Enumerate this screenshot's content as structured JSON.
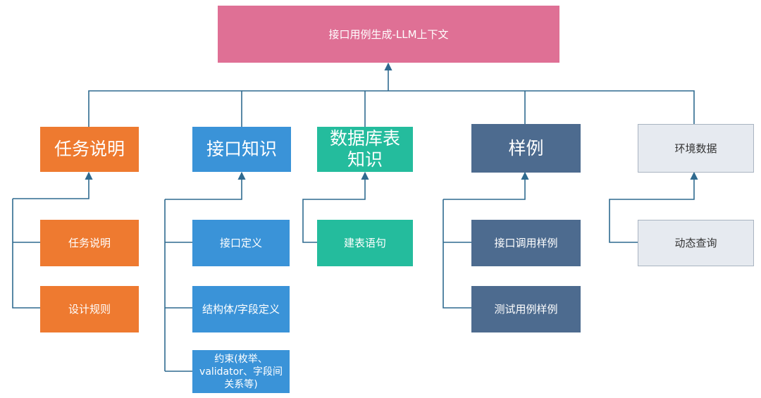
{
  "root": {
    "title": "接口用例生成-LLM上下文"
  },
  "categories": [
    {
      "label": "任务说明",
      "color": "#ee7a30",
      "items": [
        "任务说明",
        "设计规则"
      ]
    },
    {
      "label": "接口知识",
      "color": "#3a93d8",
      "items": [
        "接口定义",
        "结构体/字段定义",
        "约束(枚举、validator、字段间关系等)"
      ]
    },
    {
      "label": "数据库表知识",
      "color": "#24bc9d",
      "items": [
        "建表语句"
      ]
    },
    {
      "label": "样例",
      "color": "#4d6b8f",
      "items": [
        "接口调用样例",
        "测试用例样例"
      ]
    },
    {
      "label": "环境数据",
      "color": "#e6eaf0",
      "items": [
        "动态查询"
      ]
    }
  ],
  "connector_color": "#2f6a8f"
}
